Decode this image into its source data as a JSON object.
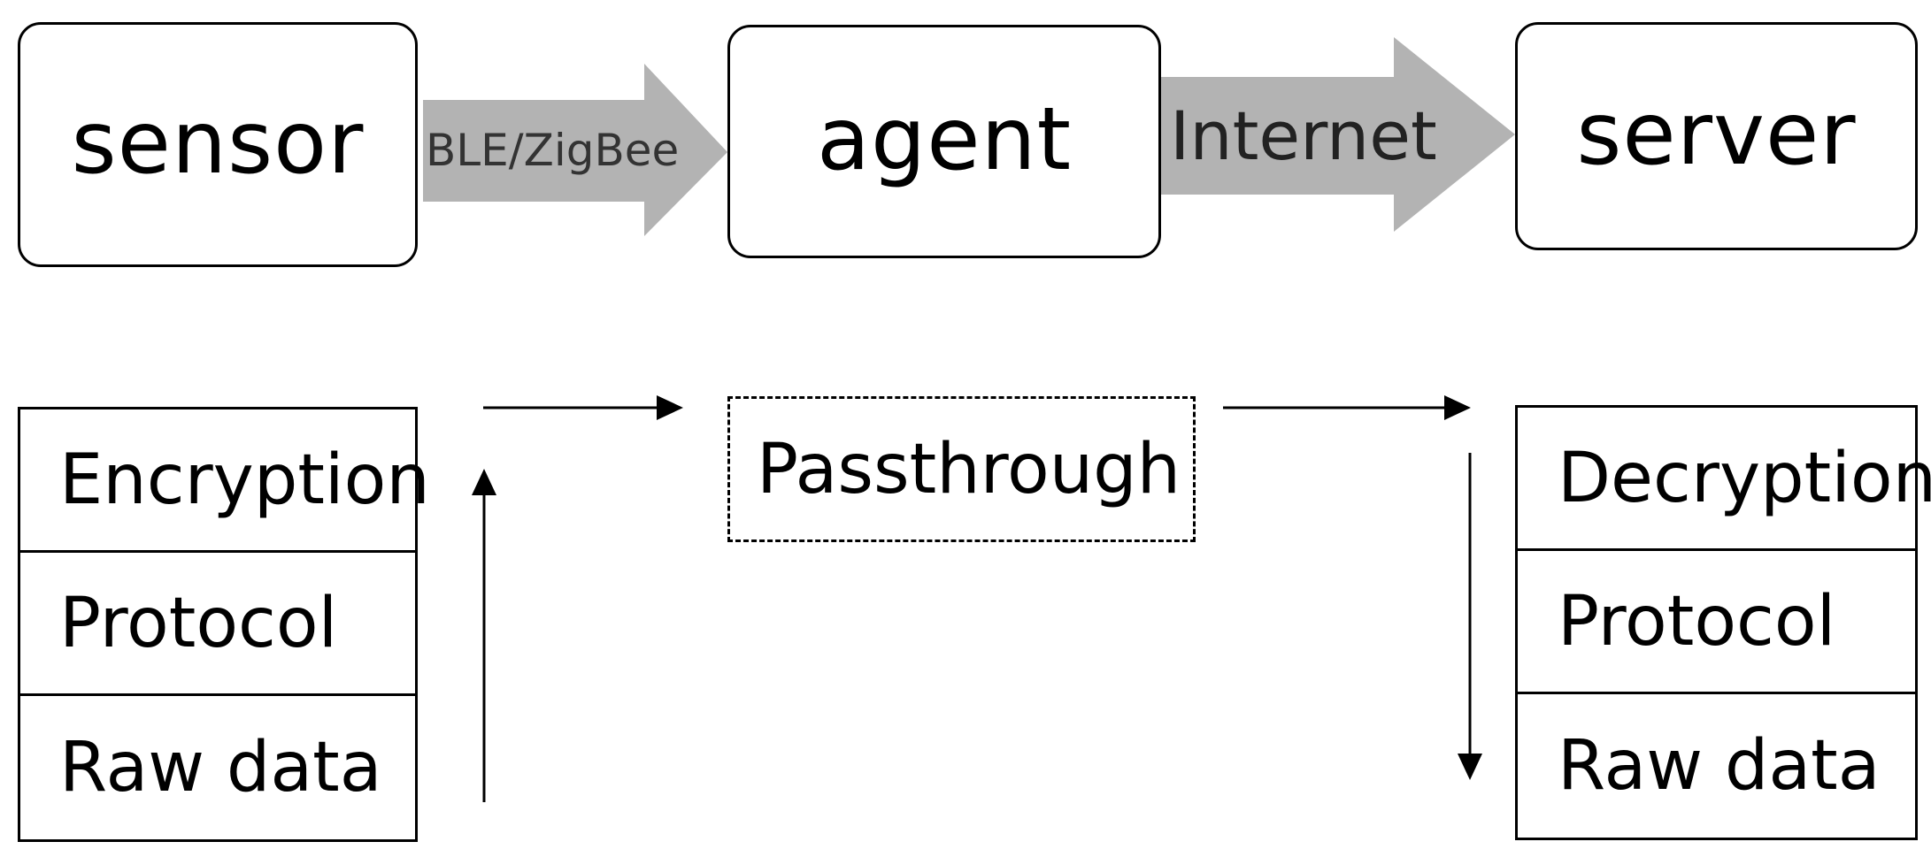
{
  "nodes": {
    "sensor": "sensor",
    "agent": "agent",
    "server": "server"
  },
  "links": {
    "sensor_agent": "BLE/ZigBee",
    "agent_server": "Internet"
  },
  "sensor_stack": {
    "layers": [
      "Encryption",
      "Protocol",
      "Raw data"
    ]
  },
  "agent_stack": {
    "layer": "Passthrough"
  },
  "server_stack": {
    "layers": [
      "Decryption",
      "Protocol",
      "Raw data"
    ]
  },
  "colors": {
    "link_arrow": "#b3b3b3",
    "stroke": "#000000"
  }
}
